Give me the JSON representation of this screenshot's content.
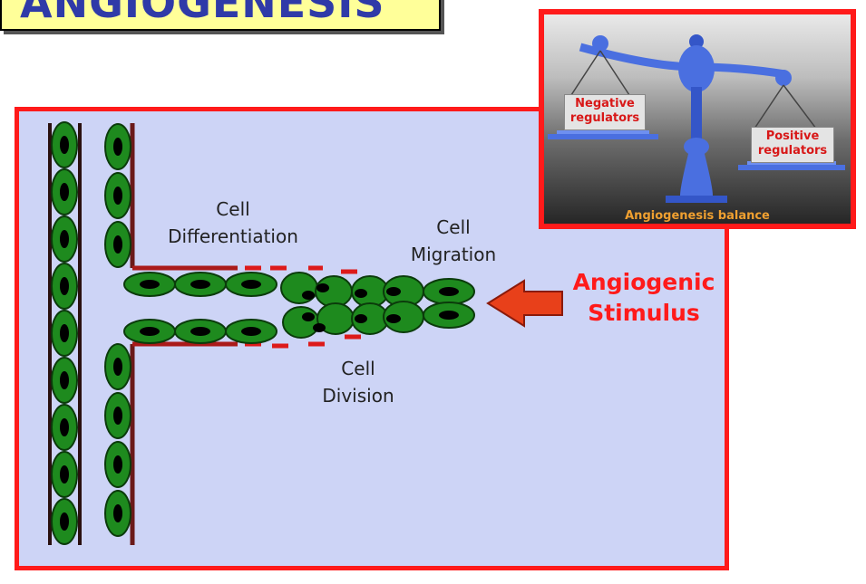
{
  "title": "ANGIOGENESIS",
  "labels": {
    "differentiation": [
      "Cell",
      "Differentiation"
    ],
    "migration": [
      "Cell",
      "Migration"
    ],
    "division": [
      "Cell",
      "Division"
    ],
    "stimulus": [
      "Angiogenic",
      "Stimulus"
    ]
  },
  "inset": {
    "negative": [
      "Negative",
      "regulators"
    ],
    "positive": [
      "Positive",
      "regulators"
    ],
    "caption": "Angiogenesis balance"
  },
  "colors": {
    "panel_border": "#ff1a1a",
    "panel_bg": "#cdd4f6",
    "cell_fill": "#1e8a1e",
    "nucleus": "#000000",
    "vessel_line": "#6b1a1a",
    "title_color": "#2f3aa8",
    "title_bg": "#ffff99",
    "scale_blue": "#4a6fe0"
  },
  "icons": {
    "arrow": "left-arrow-icon",
    "scale": "balance-scale-icon"
  }
}
